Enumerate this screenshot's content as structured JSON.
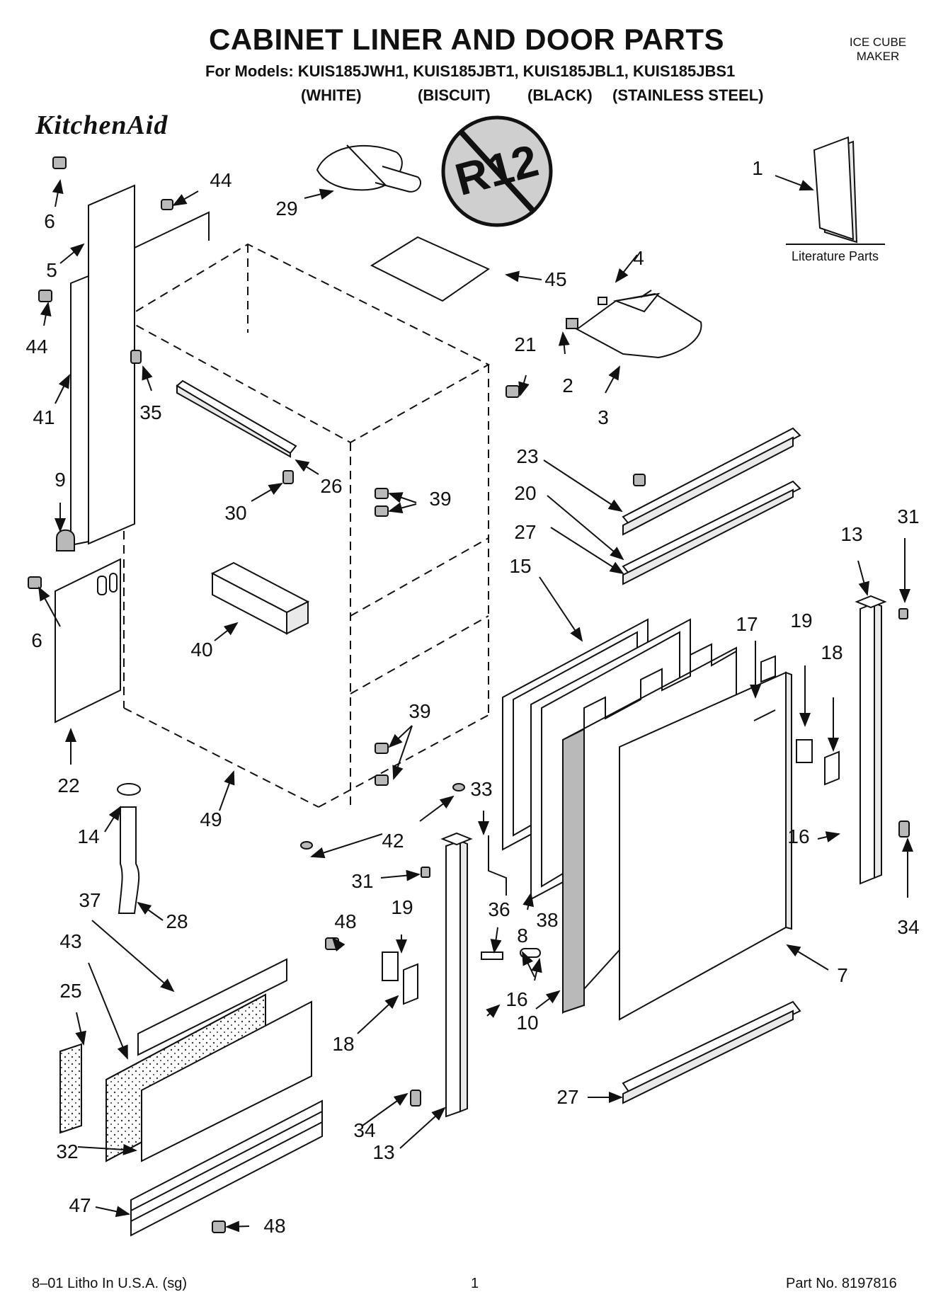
{
  "header": {
    "title": "CABINET LINER AND DOOR PARTS",
    "models_line": "For Models: KUIS185JWH1, KUIS185JBT1, KUIS185JBL1, KUIS185JBS1",
    "colors": [
      "(WHITE)",
      "(BISCUIT)",
      "(BLACK)",
      "(STAINLESS STEEL)"
    ],
    "category_line1": "ICE CUBE",
    "category_line2": "MAKER",
    "brand": "KitchenAid",
    "badge": "R12"
  },
  "literature_label": "Literature Parts",
  "callouts": [
    "1",
    "2",
    "3",
    "4",
    "5",
    "6",
    "6",
    "7",
    "8",
    "9",
    "10",
    "13",
    "13",
    "14",
    "15",
    "16",
    "16",
    "17",
    "18",
    "18",
    "19",
    "19",
    "20",
    "21",
    "22",
    "23",
    "25",
    "26",
    "27",
    "27",
    "28",
    "29",
    "30",
    "31",
    "31",
    "32",
    "33",
    "34",
    "34",
    "35",
    "36",
    "37",
    "38",
    "39",
    "39",
    "40",
    "41",
    "42",
    "43",
    "44",
    "44",
    "45",
    "47",
    "48",
    "48",
    "49"
  ],
  "footer": {
    "left": "8–01 Litho In U.S.A. (sg)",
    "page": "1",
    "part_no": "Part No. 8197816"
  }
}
